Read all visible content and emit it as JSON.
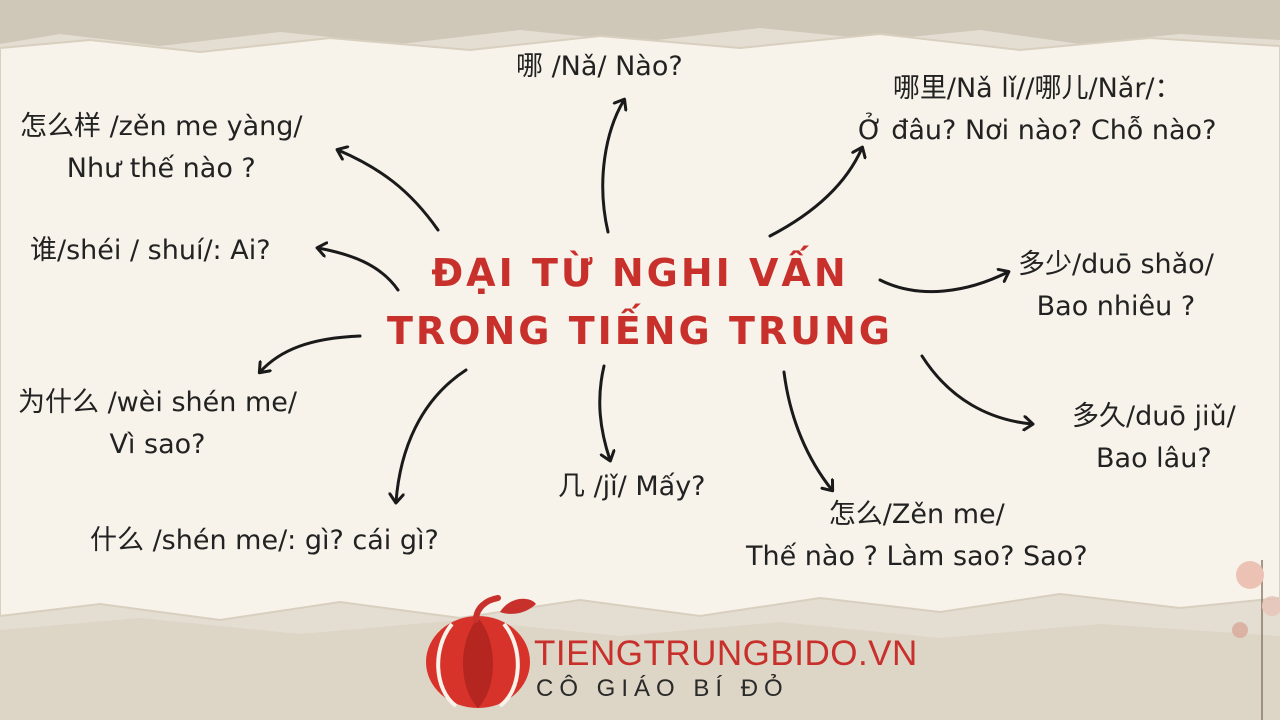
{
  "title": {
    "line1": "ĐẠI TỪ NGHI VẤN",
    "line2": "TRONG TIẾNG TRUNG"
  },
  "nodes": [
    {
      "id": "na",
      "line1": "哪 /Nǎ/ Nào?",
      "line2": ""
    },
    {
      "id": "nali",
      "line1": "哪里/Nǎ lǐ//哪儿/Nǎr/：",
      "line2": "Ở đâu?  Nơi nào? Chỗ nào?"
    },
    {
      "id": "zenmeyang",
      "line1": "怎么样 /zěn me yàng/",
      "line2": "Như thế nào ?"
    },
    {
      "id": "shei",
      "line1": "谁/shéi / shuí/: Ai?",
      "line2": ""
    },
    {
      "id": "duoshao",
      "line1": "多少/duō shǎo/",
      "line2": "Bao nhiêu ?"
    },
    {
      "id": "weishenme",
      "line1": "为什么 /wèi shén me/",
      "line2": "Vì sao?"
    },
    {
      "id": "duojiu",
      "line1": "多久/duō jiǔ/",
      "line2": "Bao lâu?"
    },
    {
      "id": "ji",
      "line1": "几 /jǐ/ Mấy?",
      "line2": ""
    },
    {
      "id": "zenme",
      "line1": "怎么/Zěn me/",
      "line2": "Thế nào ? Làm sao? Sao?"
    },
    {
      "id": "shenme",
      "line1": "什么 /shén me/: gì? cái gì?",
      "line2": ""
    }
  ],
  "logo": {
    "main": "TIENGTRUNGBIDO.VN",
    "sub": "CÔ GIÁO BÍ ĐỎ"
  },
  "colors": {
    "accent": "#c8302c",
    "text": "#222222",
    "paper": "#f7f2ea",
    "background": "#e7e1d6"
  }
}
